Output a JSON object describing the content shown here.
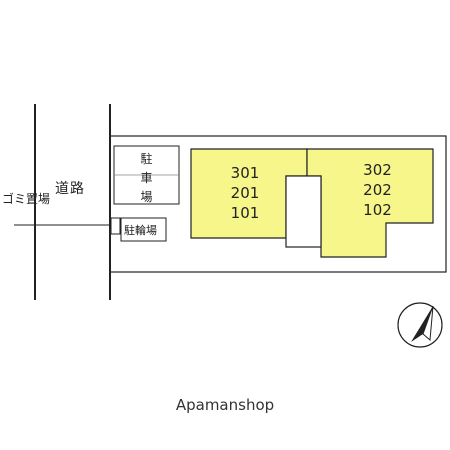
{
  "labels": {
    "road": "道路",
    "garbage": "ゴミ置場",
    "parking": [
      "駐",
      "車",
      "場"
    ],
    "bicycle_parking": "駐輪場"
  },
  "units": {
    "left": [
      "301",
      "201",
      "101"
    ],
    "right": [
      "302",
      "202",
      "102"
    ]
  },
  "watermark": "Apamanshop",
  "colors": {
    "building_fill": "#f7f68a",
    "line": "#222222"
  },
  "icons": {
    "compass": "north-arrow-icon"
  }
}
